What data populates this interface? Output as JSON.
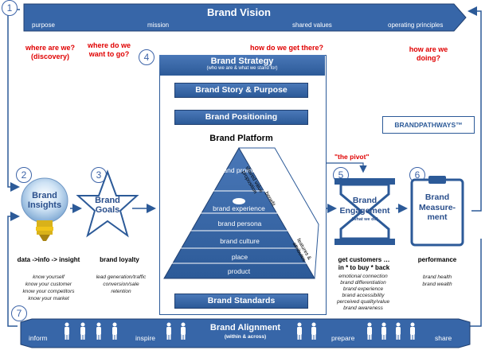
{
  "vision": {
    "num": "1",
    "title": "Brand Vision",
    "items": [
      "purpose",
      "mission",
      "shared values",
      "operating principles"
    ]
  },
  "questions": {
    "q1": [
      "where are we?",
      "(discovery)"
    ],
    "q2": [
      "where do we",
      "want to go?"
    ],
    "q3": "how do we get there?",
    "q4": "how are we doing?"
  },
  "strategy": {
    "num": "4",
    "title": "Brand Strategy",
    "subtitle": "(who we are & what we stand for)",
    "story": "Brand Story & Purpose",
    "positioning": "Brand Positioning",
    "platform_title": "Brand Platform",
    "layers": [
      "brand promise",
      "brand experience",
      "brand persona",
      "brand culture",
      "place",
      "product"
    ],
    "side_labels": [
      "shared value proposition",
      "benefit",
      "features & attributes"
    ],
    "standards": "Brand Standards"
  },
  "logo": "BRANDPATHWAYS™",
  "pivot": "\"the pivot\"",
  "insights": {
    "num": "2",
    "title": [
      "Brand",
      "Insights"
    ],
    "bold": "data ->info -> insight",
    "details": [
      "know yourself",
      "know your customer",
      "know your competitors",
      "know your market"
    ]
  },
  "goals": {
    "num": "3",
    "title": [
      "Brand",
      "Goals"
    ],
    "bold": "brand loyalty",
    "details": [
      "lead generation/traffic",
      "conversion/sale",
      "retention"
    ]
  },
  "engagement": {
    "num": "5",
    "title": [
      "Brand",
      "Engagement"
    ],
    "subtitle": "(what we do)",
    "bold": [
      "get customers …",
      "in  *  to buy  *  back"
    ],
    "details": [
      "emotional connection",
      "brand differentiation",
      "brand experience",
      "brand accessibility",
      "perceived quality/value",
      "brand awareness"
    ]
  },
  "measurement": {
    "num": "6",
    "title": [
      "Brand",
      "Measure-",
      "ment"
    ],
    "bold": "performance",
    "details": [
      "brand  health",
      "brand wealth"
    ]
  },
  "alignment": {
    "num": "7",
    "title": "Brand Alignment",
    "subtitle": "(within & across)",
    "items": [
      "inform",
      "inspire",
      "prepare",
      "share"
    ]
  },
  "colors": {
    "blue": "#2c5a98",
    "red": "#e00000",
    "bulb": "#f0c419"
  }
}
